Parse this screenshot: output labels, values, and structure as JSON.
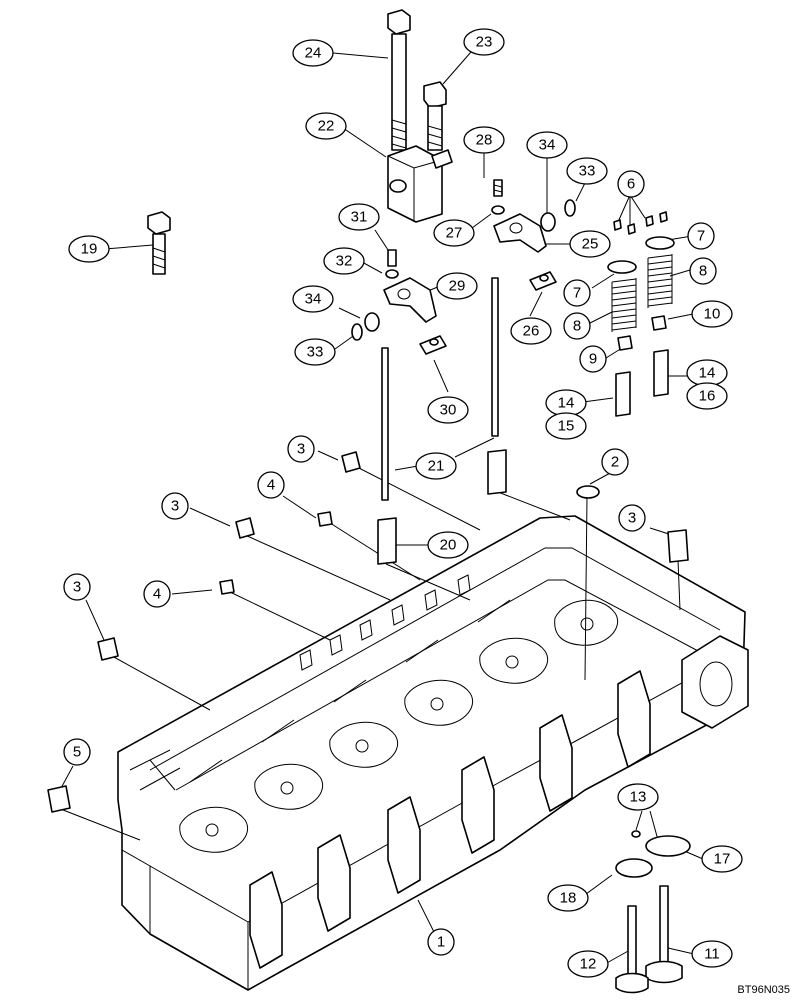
{
  "callouts": [
    {
      "id": "c24",
      "label": "24"
    },
    {
      "id": "c23",
      "label": "23"
    },
    {
      "id": "c22",
      "label": "22"
    },
    {
      "id": "c19",
      "label": "19"
    },
    {
      "id": "c28",
      "label": "28"
    },
    {
      "id": "c34a",
      "label": "34"
    },
    {
      "id": "c33a",
      "label": "33"
    },
    {
      "id": "c6",
      "label": "6"
    },
    {
      "id": "c27",
      "label": "27"
    },
    {
      "id": "c25",
      "label": "25"
    },
    {
      "id": "c7a",
      "label": "7"
    },
    {
      "id": "c7b",
      "label": "7"
    },
    {
      "id": "c8a",
      "label": "8"
    },
    {
      "id": "c8b",
      "label": "8"
    },
    {
      "id": "c31",
      "label": "31"
    },
    {
      "id": "c32",
      "label": "32"
    },
    {
      "id": "c29",
      "label": "29"
    },
    {
      "id": "c26",
      "label": "26"
    },
    {
      "id": "c10",
      "label": "10"
    },
    {
      "id": "c34b",
      "label": "34"
    },
    {
      "id": "c33b",
      "label": "33"
    },
    {
      "id": "c9",
      "label": "9"
    },
    {
      "id": "c30",
      "label": "30"
    },
    {
      "id": "c14a",
      "label": "14"
    },
    {
      "id": "c16",
      "label": "16"
    },
    {
      "id": "c14b",
      "label": "14"
    },
    {
      "id": "c15",
      "label": "15"
    },
    {
      "id": "c3a",
      "label": "3"
    },
    {
      "id": "c21",
      "label": "21"
    },
    {
      "id": "c2",
      "label": "2"
    },
    {
      "id": "c3b",
      "label": "3"
    },
    {
      "id": "c4a",
      "label": "4"
    },
    {
      "id": "c3c",
      "label": "3"
    },
    {
      "id": "c20",
      "label": "20"
    },
    {
      "id": "c4b",
      "label": "4"
    },
    {
      "id": "c3d",
      "label": "3"
    },
    {
      "id": "c5",
      "label": "5"
    },
    {
      "id": "c13",
      "label": "13"
    },
    {
      "id": "c17",
      "label": "17"
    },
    {
      "id": "c18",
      "label": "18"
    },
    {
      "id": "c1",
      "label": "1"
    },
    {
      "id": "c12",
      "label": "12"
    },
    {
      "id": "c11",
      "label": "11"
    }
  ],
  "drawing_code": "BT96N035"
}
